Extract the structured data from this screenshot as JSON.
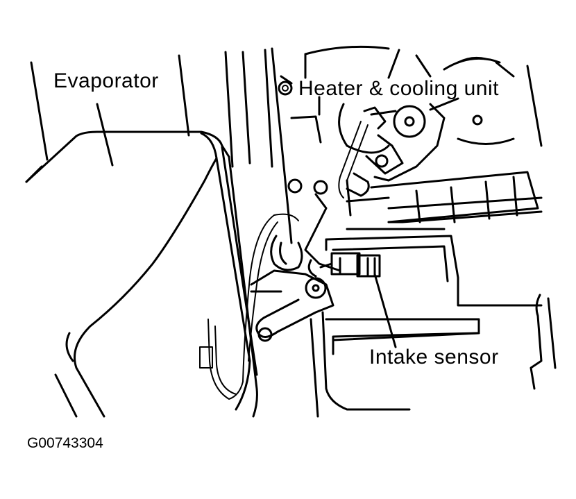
{
  "labels": {
    "evaporator": "Evaporator",
    "heater_cooling_unit": "Heater & cooling unit",
    "intake_sensor": "Intake sensor"
  },
  "figure_id": "G00743304",
  "colors": {
    "ink": "#000000",
    "background": "#ffffff"
  }
}
